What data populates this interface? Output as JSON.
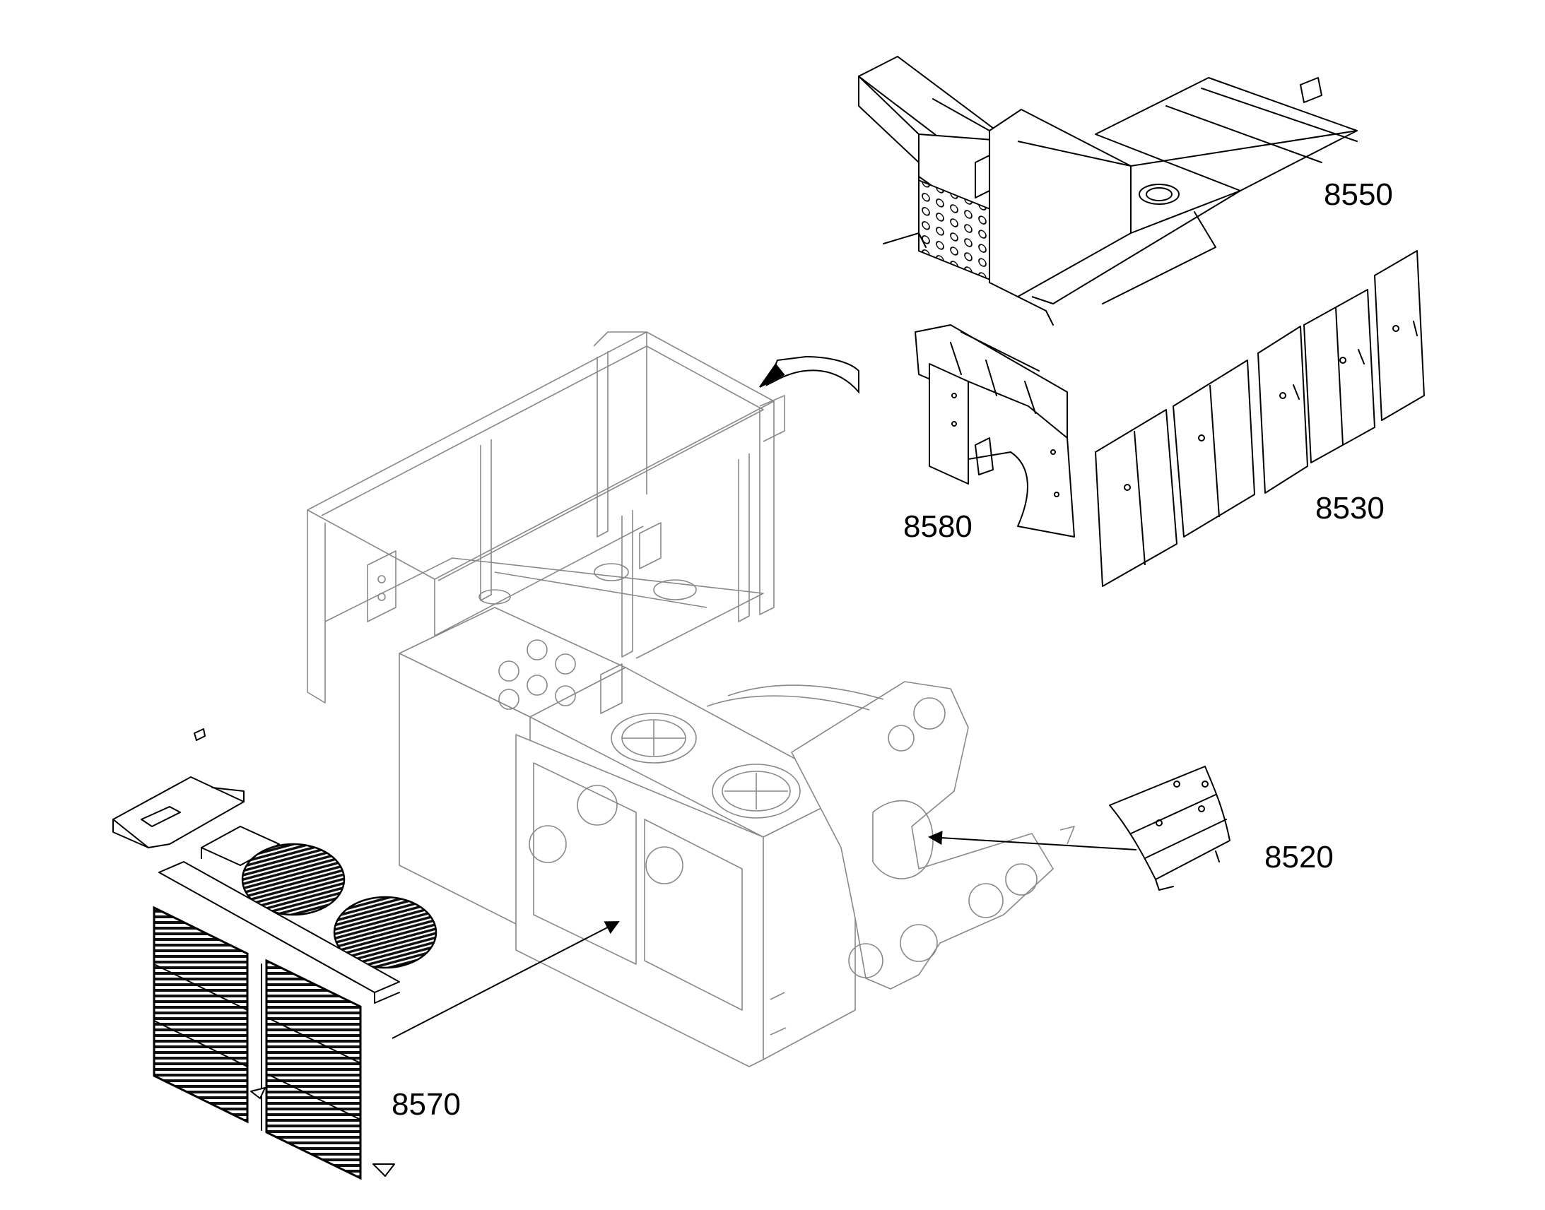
{
  "callouts": {
    "c8550": "8550",
    "c8580": "8580",
    "c8530": "8530",
    "c8520": "8520",
    "c8570": "8570"
  },
  "colors": {
    "line": "#000000",
    "main_frame_line": "#888888",
    "background": "#ffffff"
  },
  "icons": [
    "curved-arrow-icon",
    "leader-arrow-icon"
  ]
}
